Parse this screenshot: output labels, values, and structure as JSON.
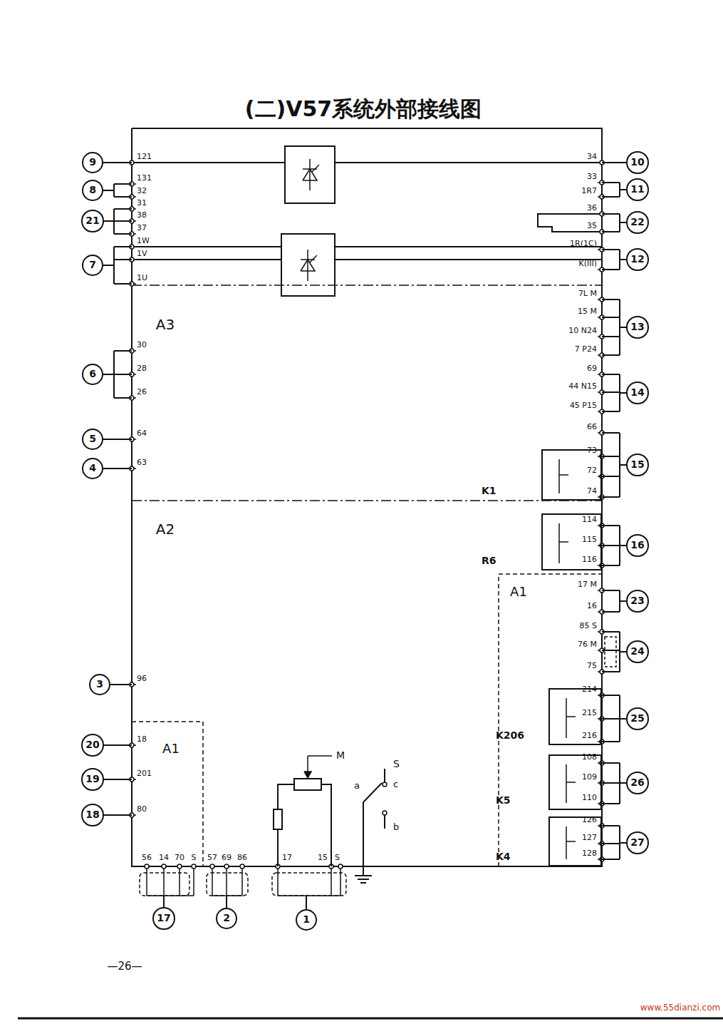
{
  "diagram": {
    "title": "(二)V57系统外部接线图",
    "nodes": [
      {
        "text": [
          "9"
        ]
      },
      {
        "text": [
          "8"
        ]
      },
      {
        "text": [
          "21"
        ]
      },
      {
        "text": [
          "7"
        ]
      },
      {
        "text": [
          "6"
        ]
      },
      {
        "text": [
          "5"
        ]
      },
      {
        "text": [
          "4"
        ]
      },
      {
        "text": [
          "3"
        ]
      },
      {
        "text": [
          "20"
        ]
      },
      {
        "text": [
          "19"
        ]
      },
      {
        "text": [
          "18"
        ]
      },
      {
        "text": [
          "10"
        ]
      },
      {
        "text": [
          "11"
        ]
      },
      {
        "text": [
          "22"
        ]
      },
      {
        "text": [
          "12"
        ]
      },
      {
        "text": [
          "13"
        ]
      },
      {
        "text": [
          "14"
        ]
      },
      {
        "text": [
          "15"
        ]
      },
      {
        "text": [
          "16"
        ]
      },
      {
        "text": [
          "23"
        ]
      },
      {
        "text": [
          "24"
        ]
      },
      {
        "text": [
          "25"
        ]
      },
      {
        "text": [
          "26"
        ]
      },
      {
        "text": [
          "27"
        ]
      },
      {
        "text": [
          "17"
        ]
      },
      {
        "text": [
          "2"
        ]
      },
      {
        "text": [
          "1"
        ]
      },
      {
        "text": [
          "K1"
        ]
      },
      {
        "text": [
          "R6"
        ]
      },
      {
        "text": [
          "K206"
        ]
      },
      {
        "text": [
          "K5"
        ]
      },
      {
        "text": [
          "K4"
        ]
      }
    ],
    "labels": [
      "121",
      "131",
      "32",
      "31",
      "38",
      "37",
      "1W",
      "1V",
      "1U",
      "30",
      "28",
      "26",
      "64",
      "63",
      "96",
      "18",
      "201",
      "80",
      "34",
      "33",
      "1R7",
      "36",
      "35",
      "1R(1C)",
      "K(III)",
      "7L M",
      "15 M",
      "10 N24",
      "7 P24",
      "69",
      "44 N15",
      "45 P15",
      "66",
      "73",
      "72",
      "74",
      "114",
      "115",
      "116",
      "17 M",
      "16",
      "85 S",
      "76 M",
      "75",
      "214",
      "215",
      "216",
      "108",
      "109",
      "110",
      "126",
      "127",
      "128",
      "56",
      "14",
      "70",
      "S",
      "57",
      "69",
      "86",
      "17",
      "15",
      "S",
      "M",
      "S",
      "a",
      "c",
      "b",
      "A3",
      "A2",
      "A1",
      "A1",
      "—26—",
      "www.55dianzi.com"
    ]
  }
}
